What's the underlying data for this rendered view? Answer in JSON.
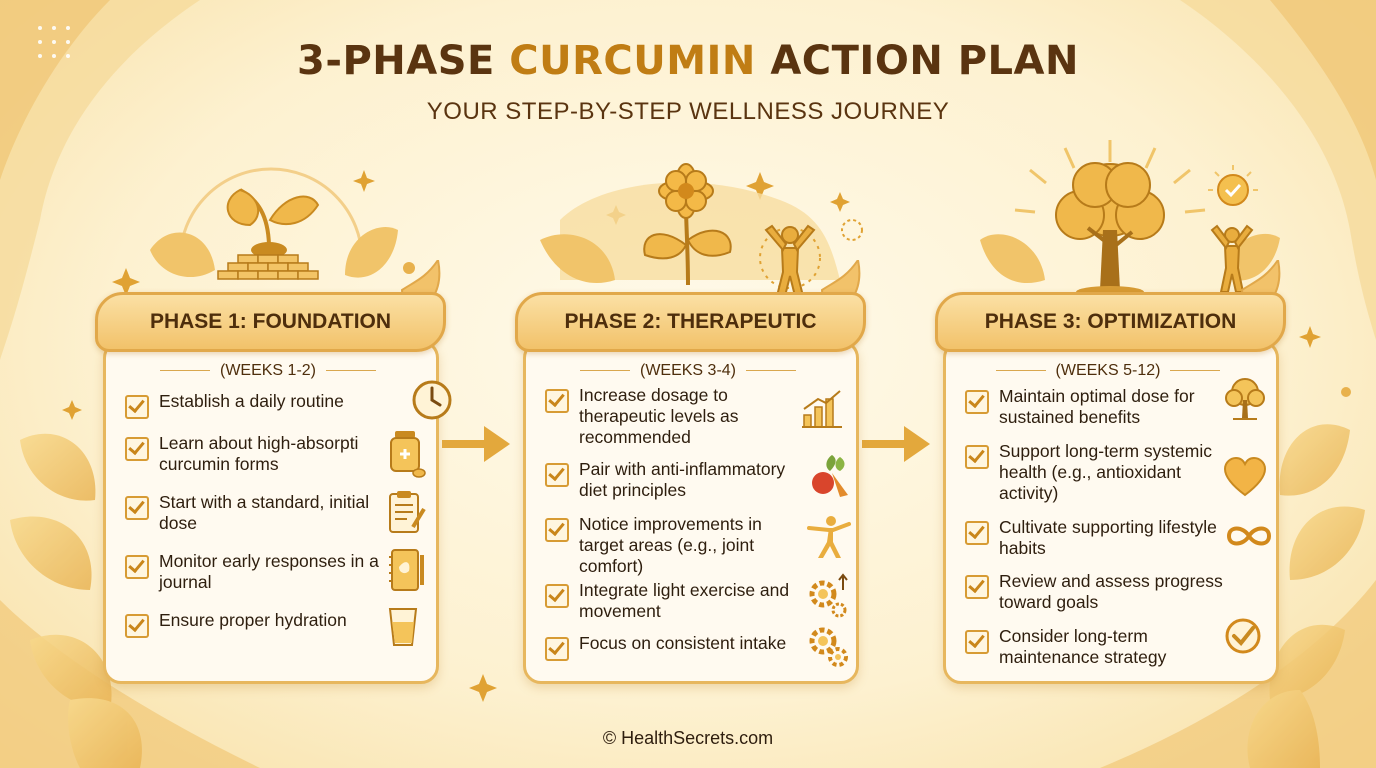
{
  "header": {
    "title_part1": "3-PHASE ",
    "title_highlight": "CURCUMIN",
    "title_part2": " ACTION PLAN",
    "subtitle": "YOUR STEP-BY-STEP WELLNESS JOURNEY"
  },
  "phases": [
    {
      "title": "PHASE 1: FOUNDATION",
      "weeks": "(WEEKS 1-2)",
      "items": [
        {
          "text": "Establish a daily routine",
          "icon": "clock-icon"
        },
        {
          "text": "Learn about high-absorpti curcumin forms",
          "icon": "supplement-bottle-icon"
        },
        {
          "text": "Start with a standard, initial dose",
          "icon": "clipboard-icon"
        },
        {
          "text": "Monitor early responses in a journal",
          "icon": "journal-icon"
        },
        {
          "text": "Ensure proper hydration",
          "icon": "water-glass-icon"
        }
      ]
    },
    {
      "title": "PHASE 2: THERAPEUTIC",
      "weeks": "(WEEKS 3-4)",
      "items": [
        {
          "text": "Increase dosage to therapeutic levels as recommended",
          "icon": "bar-chart-icon"
        },
        {
          "text": "Pair with anti-inflammatory diet principles",
          "icon": "vegetables-icon"
        },
        {
          "text": "Notice improvements in target areas (e.g., joint comfort)",
          "icon": "stretching-person-icon"
        },
        {
          "text": "Integrate light exercise and movement",
          "icon": "gear-arrow-icon"
        },
        {
          "text": "Focus on consistent intake",
          "icon": "gears-icon"
        }
      ]
    },
    {
      "title": "PHASE 3: OPTIMIZATION",
      "weeks": "(WEEKS 5-12)",
      "items": [
        {
          "text": "Maintain optimal dose for sustained benefits",
          "icon": "tree-icon"
        },
        {
          "text": "Support long-term systemic health (e.g., antioxidant activity)",
          "icon": "heart-icon"
        },
        {
          "text": "Cultivate supporting lifestyle habits",
          "icon": "infinity-icon"
        },
        {
          "text": "Review and assess progress toward goals",
          "icon": "none"
        },
        {
          "text": "Consider long-term maintenance strategy",
          "icon": "checkmark-circle-icon"
        }
      ]
    }
  ],
  "footer": "© HealthSecrets.com",
  "colors": {
    "brand_gold": "#c07d14",
    "text_brown": "#5a3410",
    "border_gold": "#e7b75e"
  }
}
